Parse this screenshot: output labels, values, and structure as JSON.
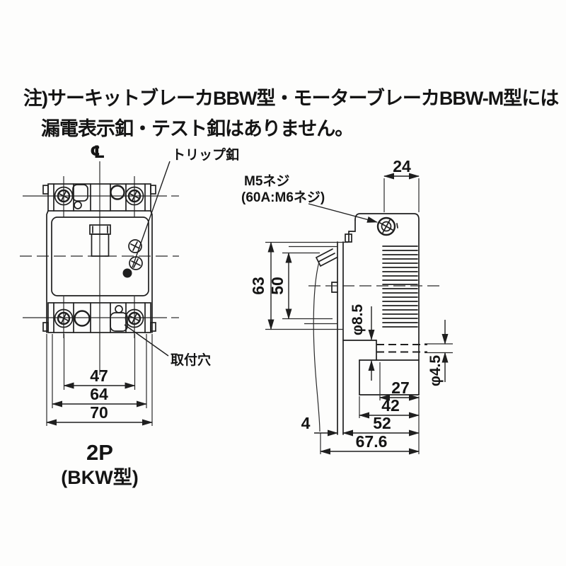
{
  "note": {
    "line1": "注)サーキットブレーカBBW型・モーターブレーカBBW-M型には",
    "line2": "漏電表示釦・テスト釦はありません。"
  },
  "front_view": {
    "centerline_symbol": "℄",
    "trip_label": "トリップ釦",
    "mounting_hole_label": "取付穴",
    "dim_inner": "47",
    "dim_middle": "64",
    "dim_outer": "70",
    "caption_line1": "2P",
    "caption_line2": "(BKW型)"
  },
  "side_view": {
    "screw_label_line1": "M5ネジ",
    "screw_label_line2": "(60A:M6ネジ)",
    "dim_top_width": "24",
    "dim_height_outer": "63",
    "dim_height_inner": "50",
    "dim_hole_upper": "φ8.5",
    "dim_hole_lower": "φ4.5",
    "dim_depth_a": "27",
    "dim_depth_b": "42",
    "dim_depth_c": "52",
    "dim_flange_thickness": "4",
    "dim_total_depth": "67.6"
  },
  "colors": {
    "ink": "#1f1f1f",
    "paper": "#fdfdfc"
  }
}
